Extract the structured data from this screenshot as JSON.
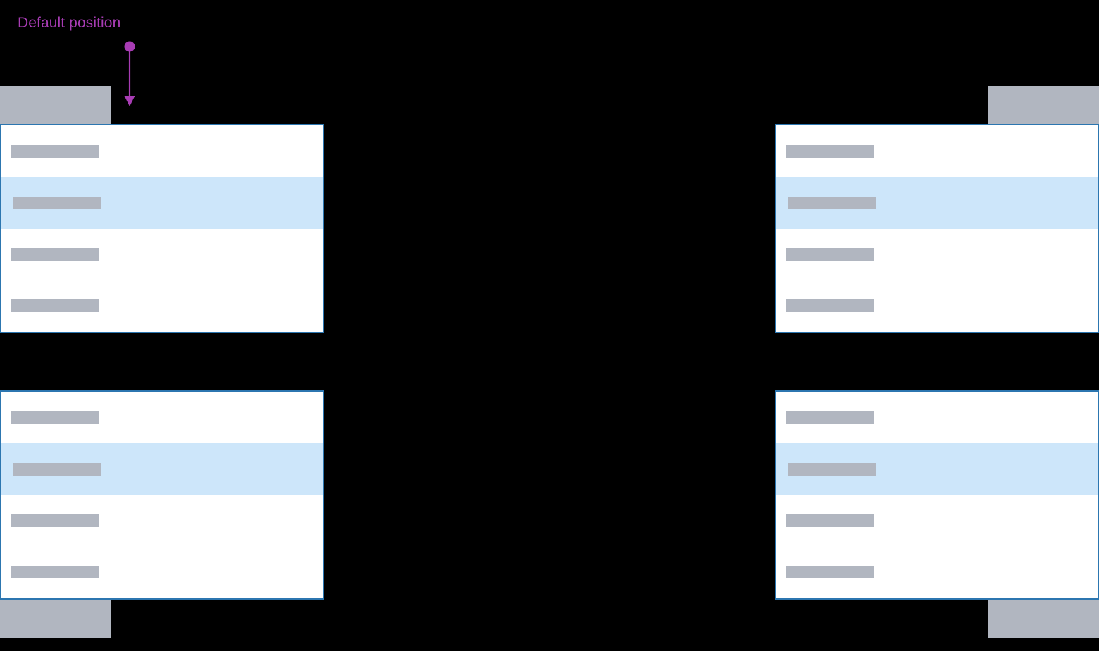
{
  "annotation": {
    "label": "Default position",
    "color": "#A83CB4",
    "pointer_icon": "down-arrow-with-dot-icon"
  },
  "colors": {
    "canvas_background": "#000000",
    "panel_background": "#FFFFFF",
    "panel_border": "#2C76B0",
    "row_highlight": "#CDE6FA",
    "placeholder_gray": "#B1B6C0",
    "annotation_purple": "#A83CB4"
  },
  "anchors": [
    {
      "name": "top-left",
      "label": ""
    },
    {
      "name": "top-right",
      "label": ""
    },
    {
      "name": "bottom-left",
      "label": ""
    },
    {
      "name": "bottom-right",
      "label": ""
    }
  ],
  "panels": [
    {
      "name": "top-left",
      "position": "below-anchor",
      "rows": [
        {
          "label": "",
          "highlighted": false
        },
        {
          "label": "",
          "highlighted": true
        },
        {
          "label": "",
          "highlighted": false
        },
        {
          "label": "",
          "highlighted": false
        }
      ]
    },
    {
      "name": "top-right",
      "position": "below-anchor",
      "rows": [
        {
          "label": "",
          "highlighted": false
        },
        {
          "label": "",
          "highlighted": true
        },
        {
          "label": "",
          "highlighted": false
        },
        {
          "label": "",
          "highlighted": false
        }
      ]
    },
    {
      "name": "bottom-left",
      "position": "above-anchor",
      "rows": [
        {
          "label": "",
          "highlighted": false
        },
        {
          "label": "",
          "highlighted": true
        },
        {
          "label": "",
          "highlighted": false
        },
        {
          "label": "",
          "highlighted": false
        }
      ]
    },
    {
      "name": "bottom-right",
      "position": "above-anchor",
      "rows": [
        {
          "label": "",
          "highlighted": false
        },
        {
          "label": "",
          "highlighted": true
        },
        {
          "label": "",
          "highlighted": false
        },
        {
          "label": "",
          "highlighted": false
        }
      ]
    }
  ]
}
